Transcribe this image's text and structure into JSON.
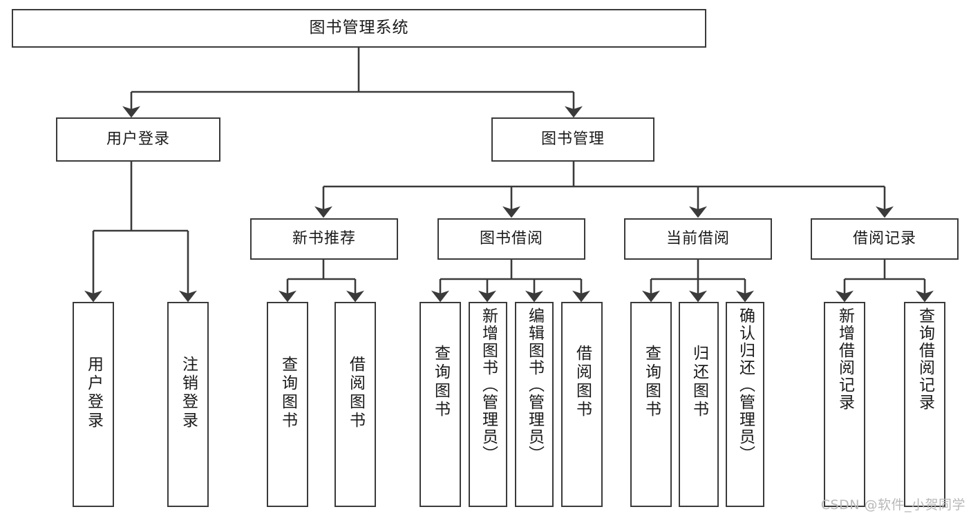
{
  "diagram": {
    "title": "图书管理系统",
    "type": "hierarchy-tree",
    "watermark": "CSDN @软件_小贺同学",
    "colors": {
      "background": "#ffffff",
      "box_fill": "#ffffff",
      "box_border": "#3a3a3a",
      "connector": "#3a3a3a",
      "text": "#1a1a1a",
      "watermark": "#b8b8b8"
    },
    "levels": {
      "root": {
        "label": "图书管理系统"
      },
      "level2": [
        {
          "label": "用户登录"
        },
        {
          "label": "图书管理"
        }
      ],
      "level3": [
        {
          "label": "新书推荐"
        },
        {
          "label": "图书借阅"
        },
        {
          "label": "当前借阅"
        },
        {
          "label": "借阅记录"
        }
      ],
      "leaves": {
        "user_login": [
          {
            "label": "用户登录"
          },
          {
            "label": "注销登录"
          }
        ],
        "new_book": [
          {
            "label": "查询图书"
          },
          {
            "label": "借阅图书"
          }
        ],
        "book_borrow": [
          {
            "label": "查询图书"
          },
          {
            "label": "新增图书（管理员）"
          },
          {
            "label": "编辑图书（管理员）"
          },
          {
            "label": "借阅图书"
          }
        ],
        "current_borrow": [
          {
            "label": "查询图书"
          },
          {
            "label": "归还图书"
          },
          {
            "label": "确认归还（管理员）"
          }
        ],
        "borrow_record": [
          {
            "label": "新增借阅记录"
          },
          {
            "label": "查询借阅记录"
          }
        ]
      }
    }
  }
}
